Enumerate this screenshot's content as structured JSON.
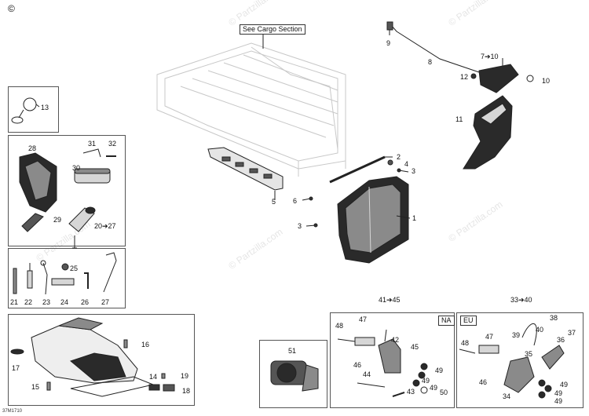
{
  "header": {
    "copyright_symbol": "©"
  },
  "callout": {
    "see_cargo": "See Cargo Section"
  },
  "region_tags": {
    "na": "NA",
    "eu": "EU"
  },
  "figure_code": "37M1710",
  "watermark": "© Partzilla.com",
  "labels": {
    "p1": "1",
    "p2": "2",
    "p3a": "3",
    "p3b": "3",
    "p4": "4",
    "p5": "5",
    "p6": "6",
    "p7": "7➔10",
    "p8": "8",
    "p9": "9",
    "p10": "10",
    "p11": "11",
    "p12": "12",
    "p13": "13",
    "p14": "14",
    "p15": "15",
    "p16": "16",
    "p17": "17",
    "p18": "18",
    "p19": "19",
    "p20": "20➔27",
    "p21": "21",
    "p22": "22",
    "p23": "23",
    "p24": "24",
    "p25": "25",
    "p26": "26",
    "p27": "27",
    "p28": "28",
    "p29": "29",
    "p30": "30",
    "p31": "31",
    "p32": "32",
    "p33": "33➔40",
    "p34": "34",
    "p35": "35",
    "p36": "36",
    "p37": "37",
    "p38": "38",
    "p39": "39",
    "p40": "40",
    "p41": "41➔45",
    "na42": "42",
    "na43": "43",
    "na44": "44",
    "na45": "45",
    "na46": "46",
    "na47": "47",
    "na48": "48",
    "na49a": "49",
    "na49b": "49",
    "na49c": "49",
    "na50": "50",
    "eu46": "46",
    "eu47": "47",
    "eu48": "48",
    "eu49a": "49",
    "eu49b": "49",
    "eu49c": "49",
    "p51": "51"
  },
  "colors": {
    "line": "#222222",
    "ghost": "#c8c8c8",
    "fill_dark": "#2a2a2a",
    "fill_mid": "#8a8a8a",
    "fill_light": "#d6d6d6"
  }
}
